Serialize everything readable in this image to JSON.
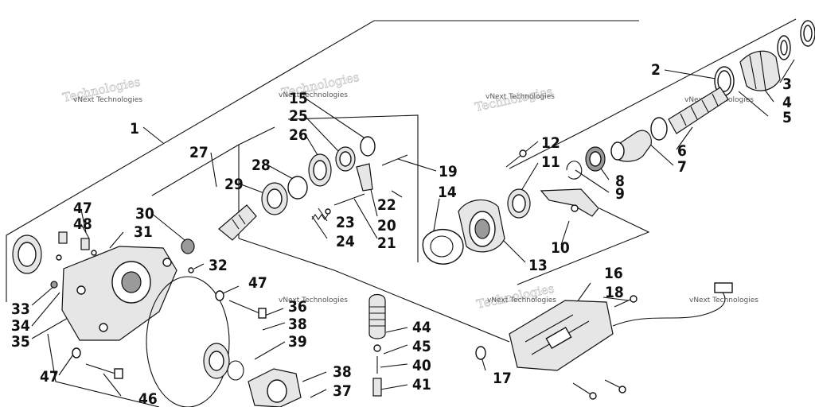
{
  "watermark_text": "vNext Technologies",
  "callouts": [
    {
      "id": "c1",
      "text": "1"
    },
    {
      "id": "c2",
      "text": "2"
    },
    {
      "id": "c3",
      "text": "3"
    },
    {
      "id": "c4",
      "text": "4"
    },
    {
      "id": "c5",
      "text": "5"
    },
    {
      "id": "c6",
      "text": "6"
    },
    {
      "id": "c7",
      "text": "7"
    },
    {
      "id": "c8",
      "text": "8"
    },
    {
      "id": "c9",
      "text": "9"
    },
    {
      "id": "c10",
      "text": "10"
    },
    {
      "id": "c11",
      "text": "11"
    },
    {
      "id": "c12",
      "text": "12"
    },
    {
      "id": "c13",
      "text": "13"
    },
    {
      "id": "c14",
      "text": "14"
    },
    {
      "id": "c15",
      "text": "15"
    },
    {
      "id": "c16",
      "text": "16"
    },
    {
      "id": "c17",
      "text": "17"
    },
    {
      "id": "c18",
      "text": "18"
    },
    {
      "id": "c19",
      "text": "19"
    },
    {
      "id": "c20",
      "text": "20"
    },
    {
      "id": "c21",
      "text": "21"
    },
    {
      "id": "c22",
      "text": "22"
    },
    {
      "id": "c23",
      "text": "23"
    },
    {
      "id": "c24",
      "text": "24"
    },
    {
      "id": "c25",
      "text": "25"
    },
    {
      "id": "c26",
      "text": "26"
    },
    {
      "id": "c27",
      "text": "27"
    },
    {
      "id": "c28",
      "text": "28"
    },
    {
      "id": "c29",
      "text": "29"
    },
    {
      "id": "c30",
      "text": "30"
    },
    {
      "id": "c31",
      "text": "31"
    },
    {
      "id": "c32",
      "text": "32"
    },
    {
      "id": "c33",
      "text": "33"
    },
    {
      "id": "c34",
      "text": "34"
    },
    {
      "id": "c35",
      "text": "35"
    },
    {
      "id": "c36",
      "text": "36"
    },
    {
      "id": "c37",
      "text": "37"
    },
    {
      "id": "c38a",
      "text": "38"
    },
    {
      "id": "c38b",
      "text": "38"
    },
    {
      "id": "c39",
      "text": "39"
    },
    {
      "id": "c40",
      "text": "40"
    },
    {
      "id": "c41",
      "text": "41"
    },
    {
      "id": "c44",
      "text": "44"
    },
    {
      "id": "c45",
      "text": "45"
    },
    {
      "id": "c46",
      "text": "46"
    },
    {
      "id": "c47a",
      "text": "47"
    },
    {
      "id": "c47b",
      "text": "47"
    },
    {
      "id": "c47c",
      "text": "47"
    },
    {
      "id": "c48",
      "text": "48"
    }
  ]
}
